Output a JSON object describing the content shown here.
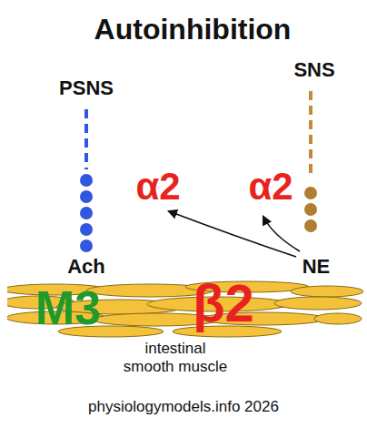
{
  "diagram": {
    "title": "Autoinhibition",
    "nodes": [
      {
        "text": [
          "M3",
          "β2",
          "intestinal smooth muscle"
        ]
      }
    ],
    "labels": [
      "PSNS",
      "SNS",
      "α2",
      "α2",
      "Ach",
      "NE",
      "physiologymodels.info 2026"
    ]
  }
}
